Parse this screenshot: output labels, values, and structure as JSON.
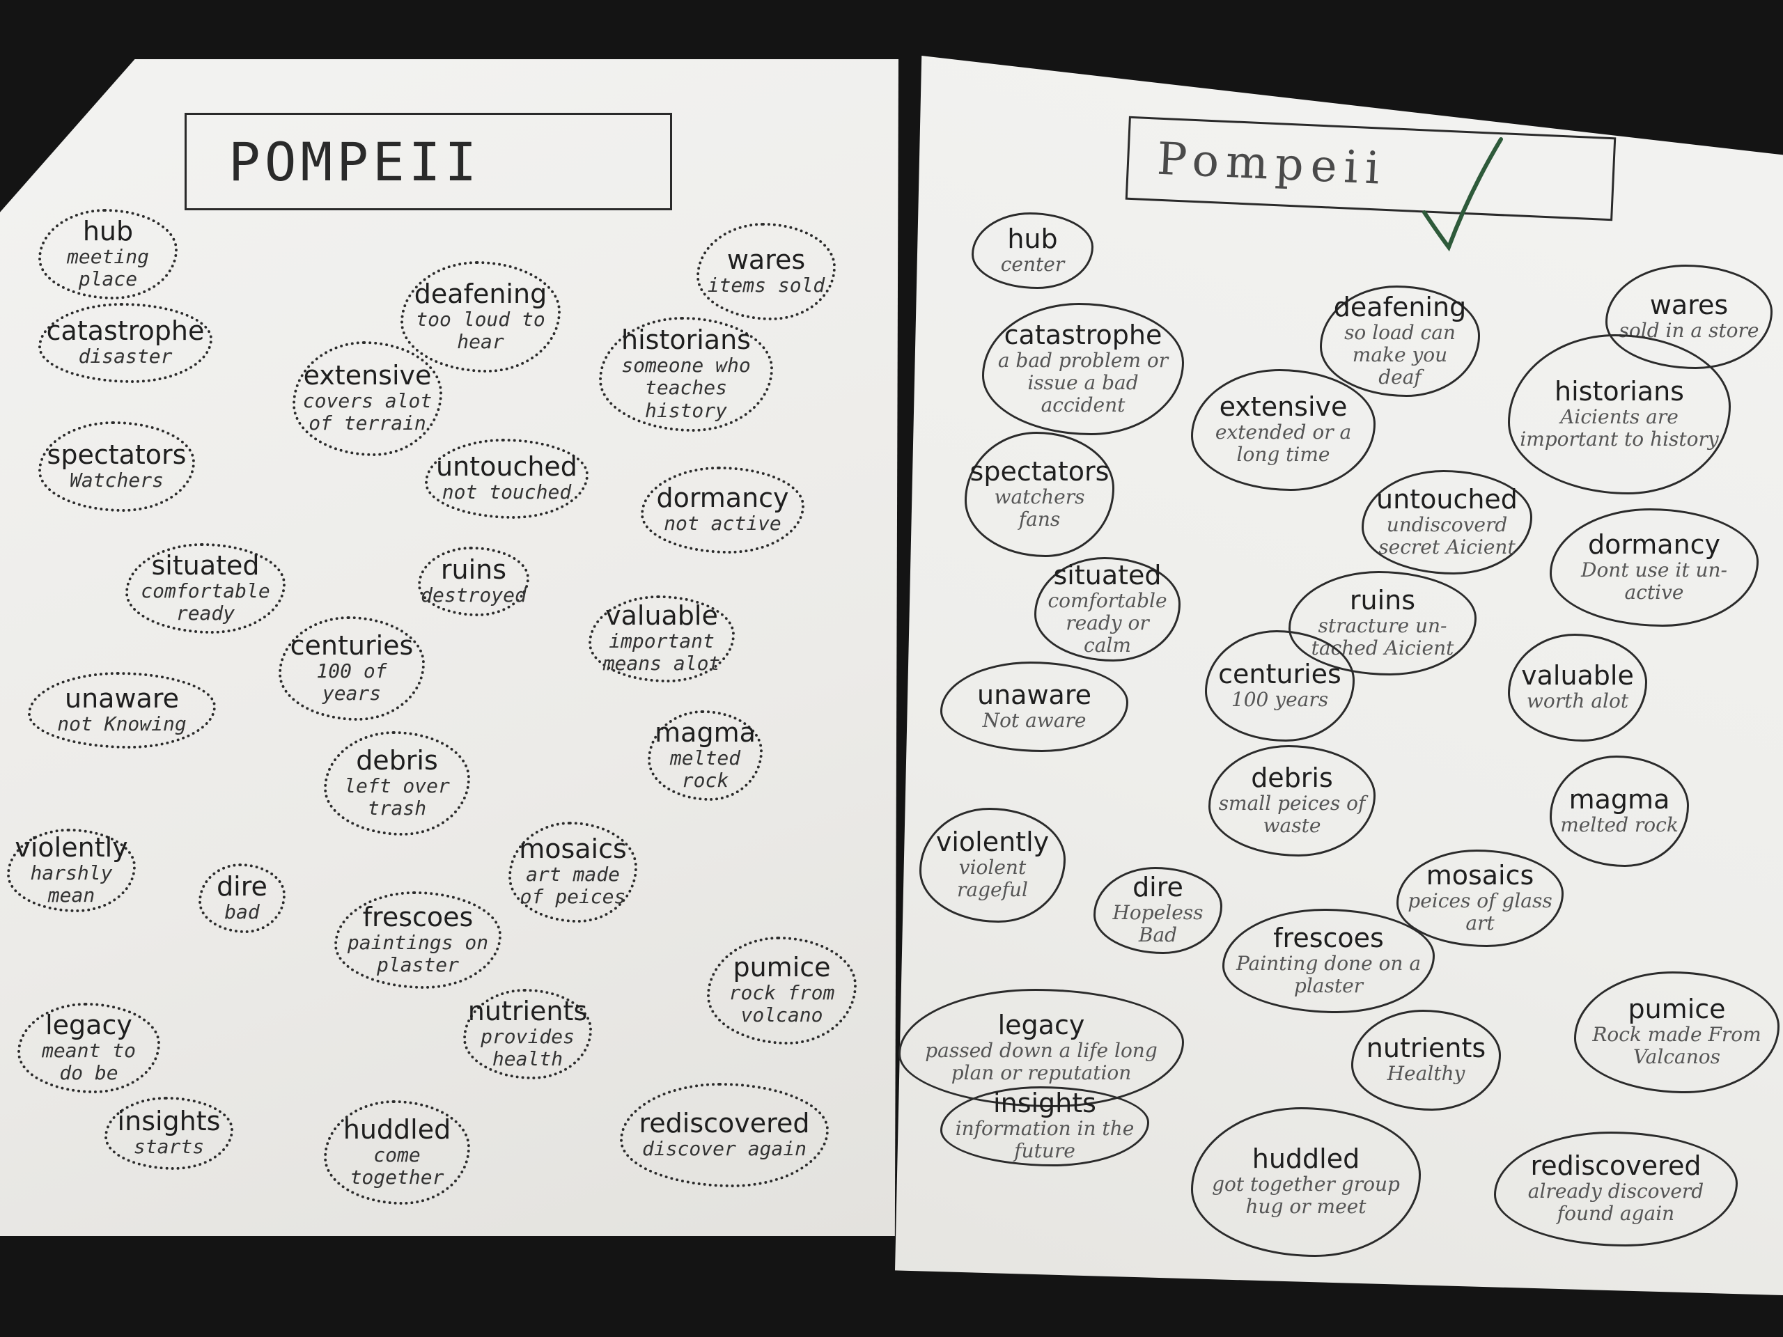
{
  "left_sheet": {
    "title": "POMPEII",
    "entries": [
      {
        "word": "hub",
        "def": "meeting place"
      },
      {
        "word": "catastrophe",
        "def": "disaster"
      },
      {
        "word": "spectators",
        "def": "Watchers"
      },
      {
        "word": "situated",
        "def": "comfortable ready"
      },
      {
        "word": "unaware",
        "def": "not Knowing"
      },
      {
        "word": "violently",
        "def": "harshly mean"
      },
      {
        "word": "dire",
        "def": "bad"
      },
      {
        "word": "legacy",
        "def": "meant to do be"
      },
      {
        "word": "insights",
        "def": "starts"
      },
      {
        "word": "deafening",
        "def": "too loud to hear"
      },
      {
        "word": "extensive",
        "def": "covers alot of terrain"
      },
      {
        "word": "untouched",
        "def": "not touched"
      },
      {
        "word": "ruins",
        "def": "destroyed"
      },
      {
        "word": "centuries",
        "def": "100 of years"
      },
      {
        "word": "debris",
        "def": "left over trash"
      },
      {
        "word": "frescoes",
        "def": "paintings on plaster"
      },
      {
        "word": "nutrients",
        "def": "provides health"
      },
      {
        "word": "huddled",
        "def": "come together"
      },
      {
        "word": "wares",
        "def": "items sold"
      },
      {
        "word": "historians",
        "def": "someone who teaches history"
      },
      {
        "word": "dormancy",
        "def": "not active"
      },
      {
        "word": "valuable",
        "def": "important means alot"
      },
      {
        "word": "magma",
        "def": "melted rock"
      },
      {
        "word": "mosaics",
        "def": "art made of peices"
      },
      {
        "word": "pumice",
        "def": "rock from volcano"
      },
      {
        "word": "rediscovered",
        "def": "discover again"
      }
    ]
  },
  "right_sheet": {
    "title": "Pompeii",
    "entries": [
      {
        "word": "hub",
        "def": "center"
      },
      {
        "word": "catastrophe",
        "def": "a bad problem or issue a bad accident"
      },
      {
        "word": "spectators",
        "def": "watchers fans"
      },
      {
        "word": "situated",
        "def": "comfortable ready or calm"
      },
      {
        "word": "unaware",
        "def": "Not aware"
      },
      {
        "word": "violently",
        "def": "violent rageful"
      },
      {
        "word": "dire",
        "def": "Hopeless Bad"
      },
      {
        "word": "legacy",
        "def": "passed down a life long plan or reputation"
      },
      {
        "word": "insights",
        "def": "information in the future"
      },
      {
        "word": "deafening",
        "def": "so load can make you deaf"
      },
      {
        "word": "extensive",
        "def": "extended or a long time"
      },
      {
        "word": "untouched",
        "def": "undiscoverd secret Aicient"
      },
      {
        "word": "ruins",
        "def": "stracture un-tached Aicient"
      },
      {
        "word": "centuries",
        "def": "100 years"
      },
      {
        "word": "debris",
        "def": "small peices of waste"
      },
      {
        "word": "frescoes",
        "def": "Painting done on a plaster"
      },
      {
        "word": "nutrients",
        "def": "Healthy"
      },
      {
        "word": "huddled",
        "def": "got together group hug or meet"
      },
      {
        "word": "wares",
        "def": "sold in a store"
      },
      {
        "word": "historians",
        "def": "Aicients are important to history"
      },
      {
        "word": "dormancy",
        "def": "Dont use it un-active"
      },
      {
        "word": "valuable",
        "def": "worth alot"
      },
      {
        "word": "magma",
        "def": "melted rock"
      },
      {
        "word": "mosaics",
        "def": "peices of glass art"
      },
      {
        "word": "pumice",
        "def": "Rock made From Valcanos"
      },
      {
        "word": "rediscovered",
        "def": "already discoverd found again"
      }
    ]
  }
}
